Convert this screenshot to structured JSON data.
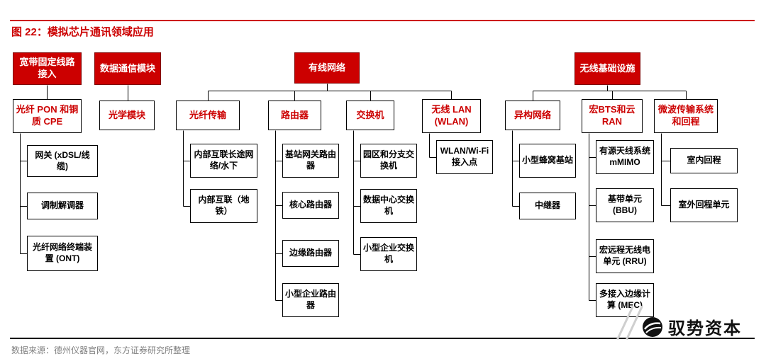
{
  "title": "图 22：模拟芯片通讯领域应用",
  "accent_color": "#cc0000",
  "headers": {
    "broadband": "宽带固定线路接入",
    "datacomm": "数据通信模块",
    "wired": "有线网络",
    "wireless": "无线基础设施"
  },
  "categories": {
    "pon": "光纤 PON 和铜质 CPE",
    "optical": "光学模块",
    "fiber": "光纤传输",
    "router": "路由器",
    "switch": "交换机",
    "wlan": "无线 LAN (WLAN)",
    "hetnet": "异构网络",
    "macro_bts": "宏BTS和云RAN",
    "microwave": "微波传输系统和回程"
  },
  "leaves": {
    "gateway": "网关 (xDSL/线缆)",
    "modem": "调制解调器",
    "ont": "光纤网络终端装置 (ONT)",
    "long_haul": "内部互联长途网络/水下",
    "metro": "内部互联（地铁）",
    "bs_gateway_router": "基站网关路由器",
    "core_router": "核心路由器",
    "edge_router": "边缘路由器",
    "smb_router": "小型企业路由器",
    "campus_switch": "园区和分支交换机",
    "dc_switch": "数据中心交换机",
    "smb_switch": "小型企业交换机",
    "wifi_ap": "WLAN/Wi-Fi 接入点",
    "small_cell": "小型蜂窝基站",
    "repeater": "中继器",
    "mmimo": "有源天线系统mMIMO",
    "bbu": "基带单元 (BBU)",
    "rru": "宏远程无线电单元 (RRU)",
    "mec": "多接入边缘计算 (MEC)",
    "indoor_backhaul": "室内回程",
    "outdoor_backhaul": "室外回程单元"
  },
  "footer": {
    "source": "数据来源：德州仪器官网，东方证券研究所整理",
    "brand": "驭势资本"
  }
}
